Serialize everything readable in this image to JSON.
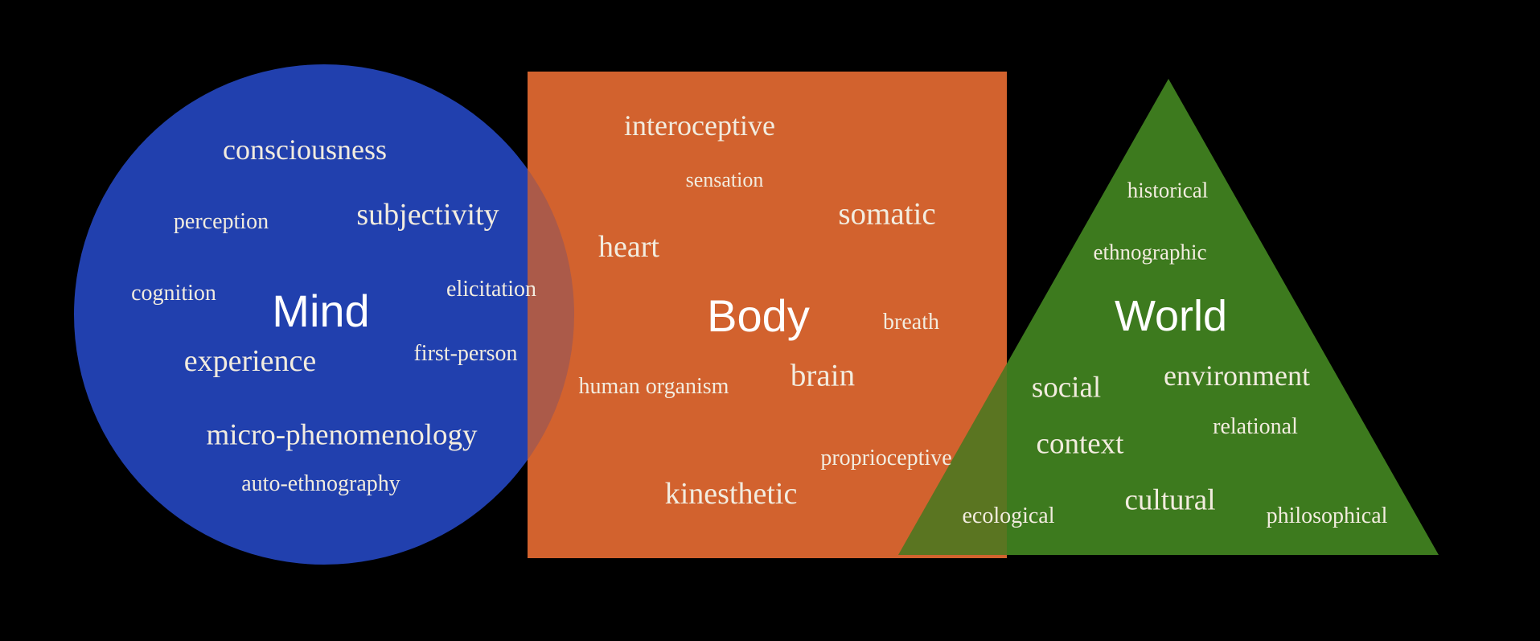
{
  "diagram": {
    "title": "Mind Body World diagram",
    "background_color": "#000000",
    "keyword_text_color": "#f2ecdf",
    "label_text_color": "#ffffff",
    "mind": {
      "shape": "circle",
      "color": "#2140ae",
      "label": "Mind",
      "words": [
        "consciousness",
        "perception",
        "subjectivity",
        "cognition",
        "elicitation",
        "experience",
        "first-person",
        "micro-phenomenology",
        "auto-ethnography"
      ]
    },
    "body": {
      "shape": "square",
      "color": "#d2622e",
      "label": "Body",
      "words": [
        "interoceptive",
        "sensation",
        "somatic",
        "heart",
        "breath",
        "brain",
        "human organism",
        "proprioceptive",
        "kinesthetic"
      ]
    },
    "world": {
      "shape": "triangle",
      "color": "#3d7a1e",
      "label": "World",
      "words": [
        "historical",
        "ethnographic",
        "social",
        "environment",
        "context",
        "relational",
        "ecological",
        "cultural",
        "philosophical"
      ]
    }
  }
}
